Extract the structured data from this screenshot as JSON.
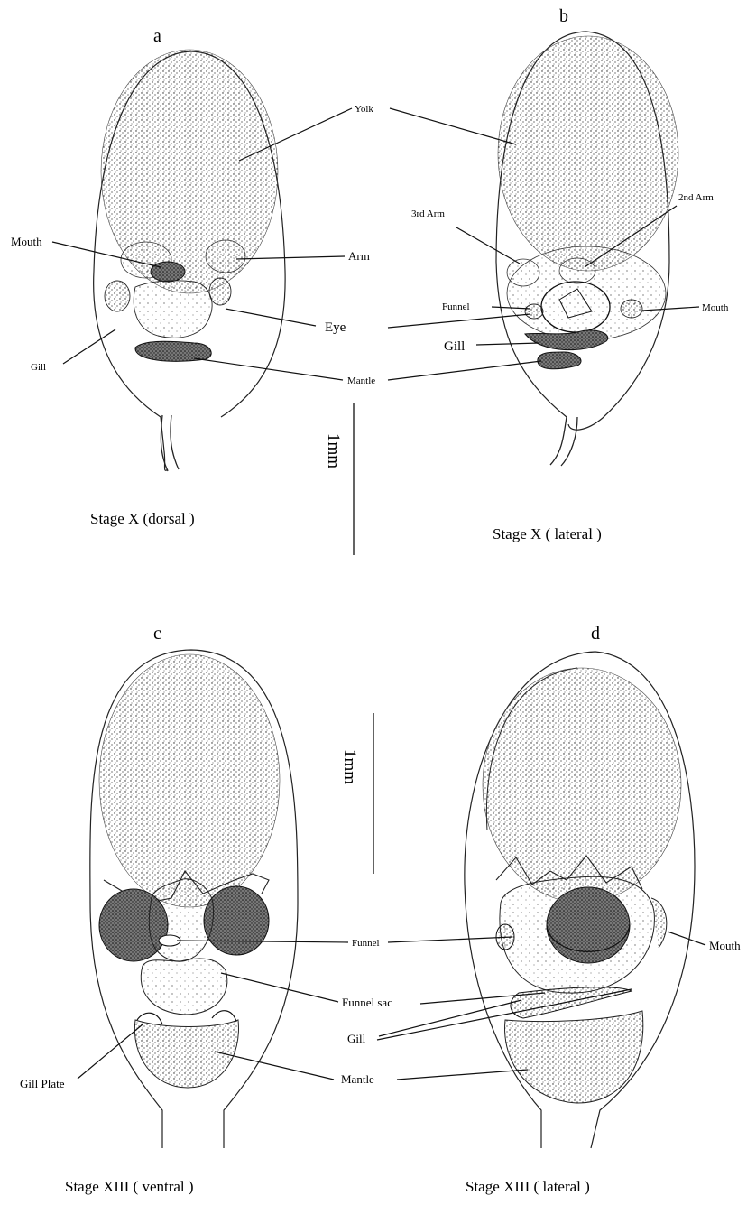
{
  "figure": {
    "panels": {
      "a": {
        "letter": "a",
        "caption": "Stage X  (dorsal )"
      },
      "b": {
        "letter": "b",
        "caption": "Stage X  ( lateral )"
      },
      "c": {
        "letter": "c",
        "caption": "Stage XIII  ( ventral )"
      },
      "d": {
        "letter": "d",
        "caption": "Stage XIII  ( lateral )"
      }
    },
    "labels": {
      "yolk": "Yolk",
      "mouth_a": "Mouth",
      "arm": "Arm",
      "eye": "Eye",
      "gill_a": "Gill",
      "mantle_top": "Mantle",
      "arm3": "3rd Arm",
      "arm2": "2nd Arm",
      "funnel_b": "Funnel",
      "mouth_b": "Mouth",
      "gill_b": "Gill",
      "funnel_c": "Funnel",
      "funnel_sac": "Funnel sac",
      "gill_c": "Gill",
      "gill_plate": "Gill  Plate",
      "mantle_bottom": "Mantle",
      "mouth_d": "Mouth"
    },
    "scale_bars": {
      "top": "1mm",
      "bottom": "1mm"
    }
  },
  "style": {
    "ink": "#1a1a1a",
    "background": "#ffffff"
  }
}
